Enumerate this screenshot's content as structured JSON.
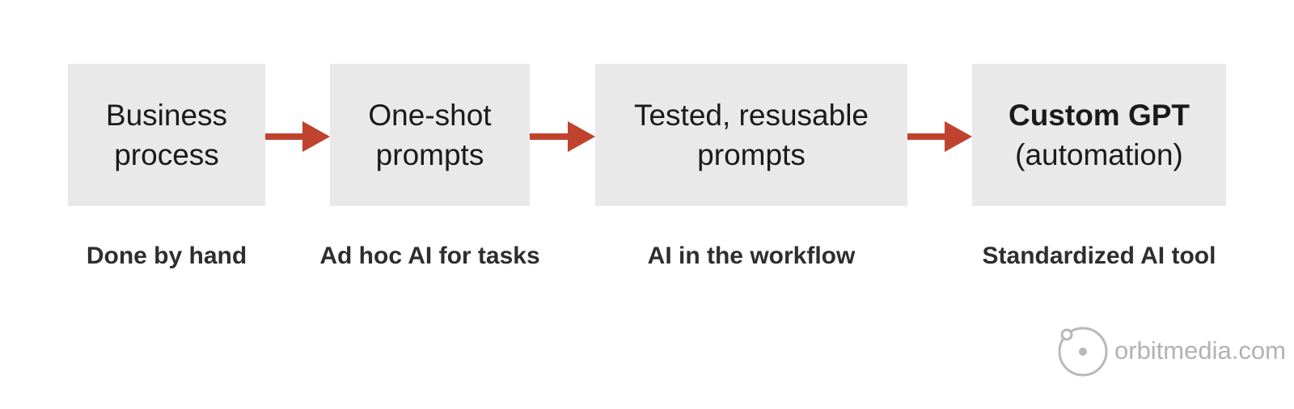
{
  "steps": [
    {
      "line1": "Business",
      "line2": "process",
      "caption": "Done by hand"
    },
    {
      "line1": "One-shot",
      "line2": "prompts",
      "caption": "Ad hoc AI for tasks"
    },
    {
      "line1": "Tested, resusable",
      "line2": "prompts",
      "caption": "AI in the workflow"
    },
    {
      "line1": "Custom GPT",
      "line2": "(automation)",
      "caption": "Standardized AI tool"
    }
  ],
  "logo": {
    "text": "orbitmedia.com"
  },
  "colors": {
    "box": "#e9e9e9",
    "arrow": "#c0432f",
    "text": "#1a1a1a",
    "caption": "#2e2e2e",
    "logo": "#b2b2b2"
  }
}
